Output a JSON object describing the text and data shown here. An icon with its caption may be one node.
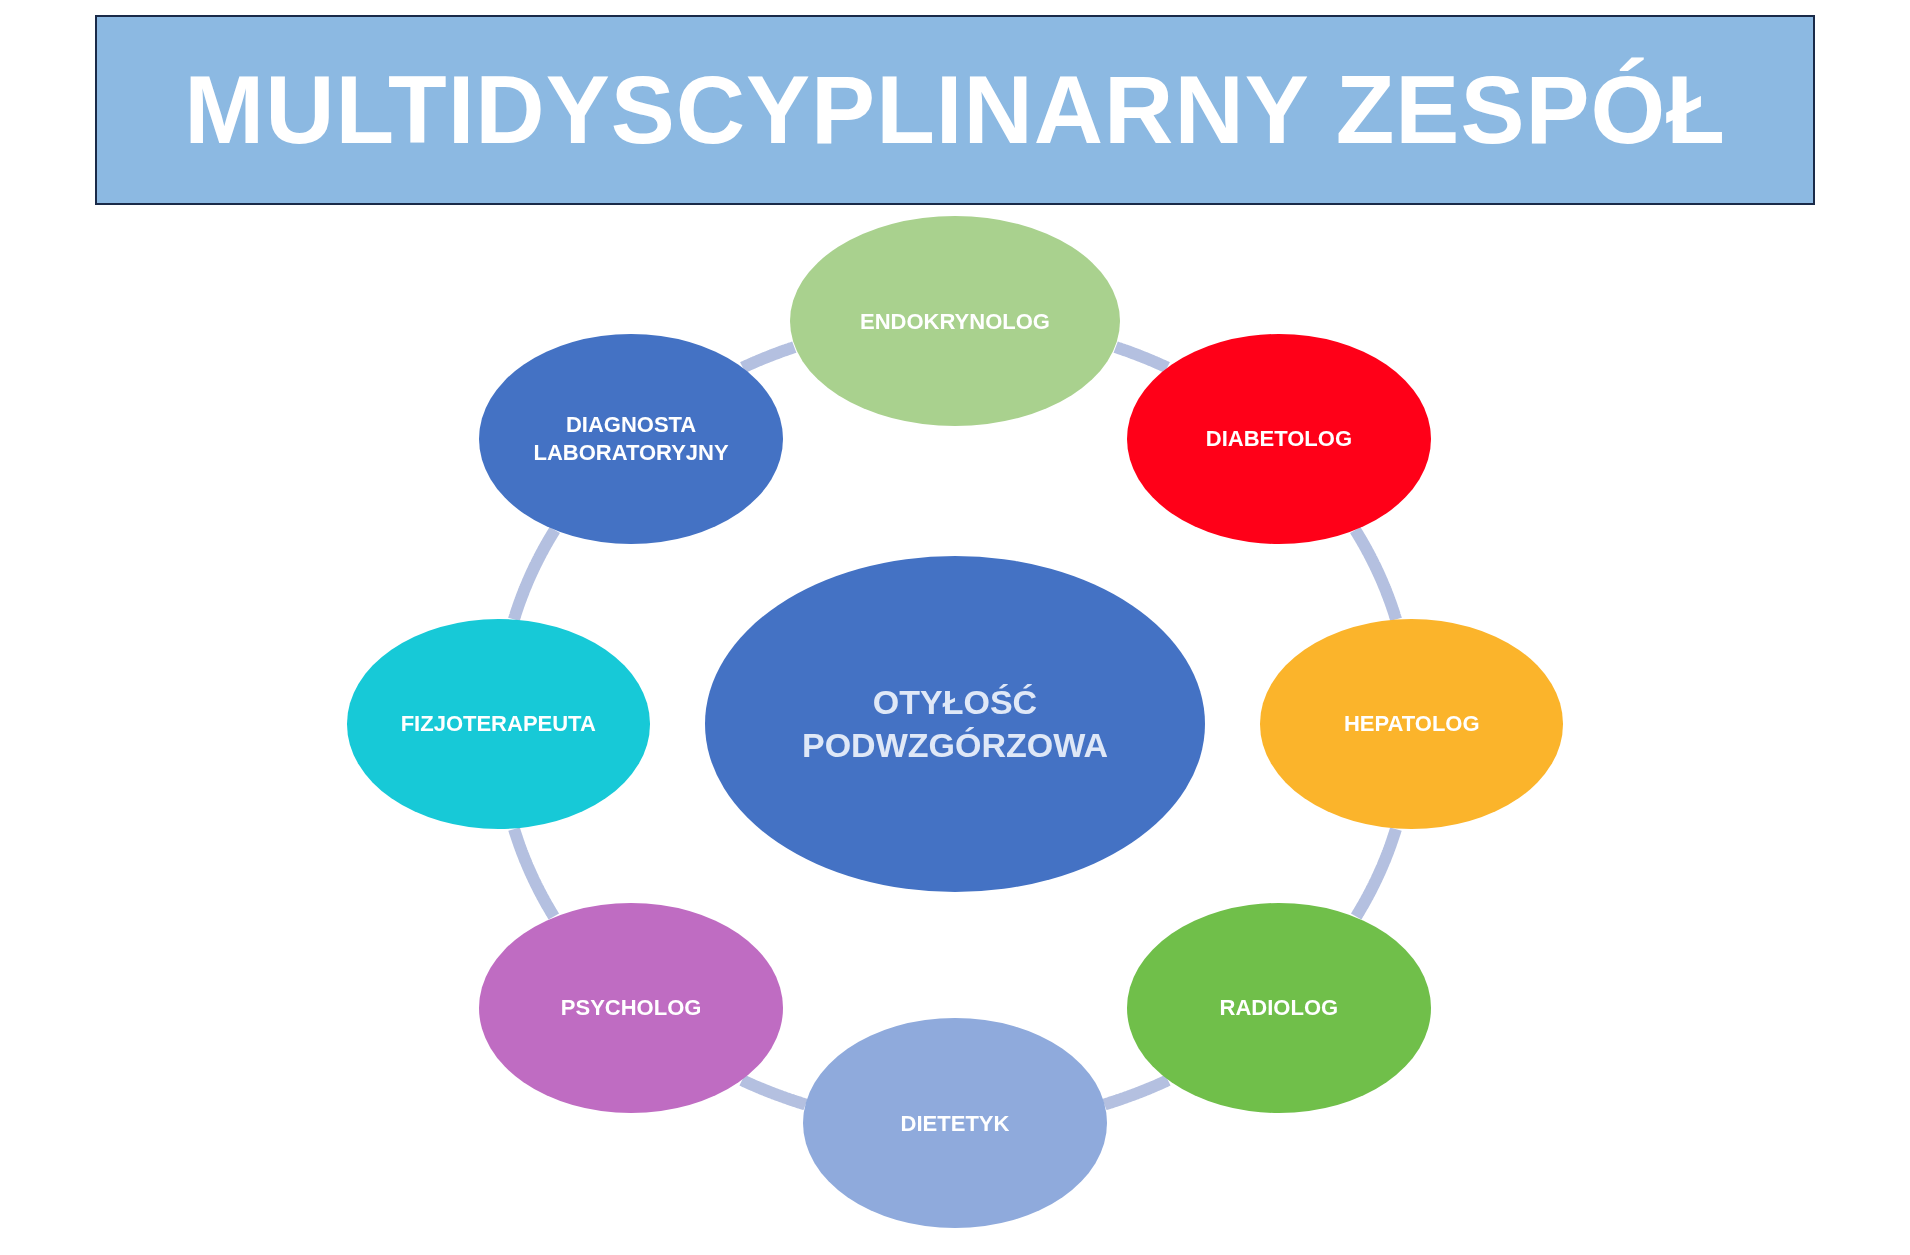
{
  "diagram": {
    "nodes": [
      {
        "text": [
          "OTYŁOŚĆ PODWZGÓRZOWA"
        ]
      },
      {
        "text": [
          "ENDOKRYNOLOG"
        ]
      },
      {
        "text": [
          "DIABETOLOG"
        ]
      },
      {
        "text": [
          "HEPATOLOG"
        ]
      },
      {
        "text": [
          "RADIOLOG"
        ]
      },
      {
        "text": [
          "DIETETYK"
        ]
      },
      {
        "text": [
          "PSYCHOLOG"
        ]
      },
      {
        "text": [
          "FIZJOTERAPEUTA"
        ]
      },
      {
        "text": [
          "DIAGNOSTA LABORATORYJNY"
        ]
      },
      {
        "text": [
          "MULTIDYSCYPLINARNY ZESPÓŁ"
        ]
      }
    ],
    "edges": [
      {
        "from": 1,
        "to": 2,
        "arrow": "none"
      },
      {
        "from": 2,
        "to": 3,
        "arrow": "none"
      },
      {
        "from": 3,
        "to": 4,
        "arrow": "none"
      },
      {
        "from": 4,
        "to": 5,
        "arrow": "none"
      },
      {
        "from": 5,
        "to": 6,
        "arrow": "none"
      },
      {
        "from": 6,
        "to": 7,
        "arrow": "none"
      },
      {
        "from": 7,
        "to": 8,
        "arrow": "none"
      },
      {
        "from": 8,
        "to": 1,
        "arrow": "none"
      }
    ]
  }
}
